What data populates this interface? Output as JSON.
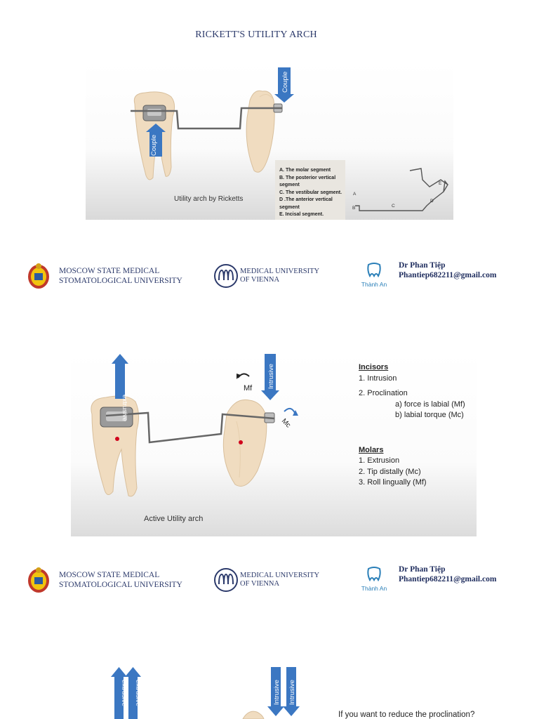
{
  "title": "RICKETT'S UTILITY ARCH",
  "slide1": {
    "couple_label": "Couple",
    "caption": "Utility arch by Ricketts",
    "legend": [
      "A. The molar segment",
      "B. The posterior vertical",
      "segment",
      "C. The vestibular segment.",
      "D .The anterior vertical",
      "segment",
      "E. Incisal segment."
    ],
    "segment_letters": [
      "A",
      "B",
      "C",
      "D",
      "E"
    ]
  },
  "footer": {
    "uni1_line1": "MOSCOW STATE MEDICAL",
    "uni1_line2": "STOMATOLOGICAL UNIVERSITY",
    "uni2_line1": "MEDICAL UNIVERSITY",
    "uni2_line2": "OF VIENNA",
    "logo3_text": "Thành An",
    "author": "Dr Phan Tiệp",
    "email": "Phantiep682211@gmail.com"
  },
  "slide2": {
    "extrusive_label": "extrusive",
    "intrusive_label": "Intrusive",
    "mf_label": "Mf",
    "mc_label": "Mc",
    "caption": "Active Utility arch",
    "incisors_heading": "Incisors",
    "incisors_items": [
      "1.   Intrusion",
      "2.   Proclination"
    ],
    "incisors_sub": [
      "a) force is labial (Mf)",
      "b) labial torque (Mc)"
    ],
    "molars_heading": "Molars",
    "molars_items": [
      "1.   Extrusion",
      "2.   Tip distally (Mc)",
      "3.   Roll lingually (Mf)"
    ]
  },
  "slide3": {
    "extrusive_label": "extrusive",
    "intrusive_label": "Intrusive",
    "question": "If you want to reduce the proclination?"
  },
  "colors": {
    "arrow_blue": "#3b77c2",
    "title_navy": "#2c3a6b",
    "tooth_fill": "#f0dcc0",
    "wire": "#666666"
  }
}
